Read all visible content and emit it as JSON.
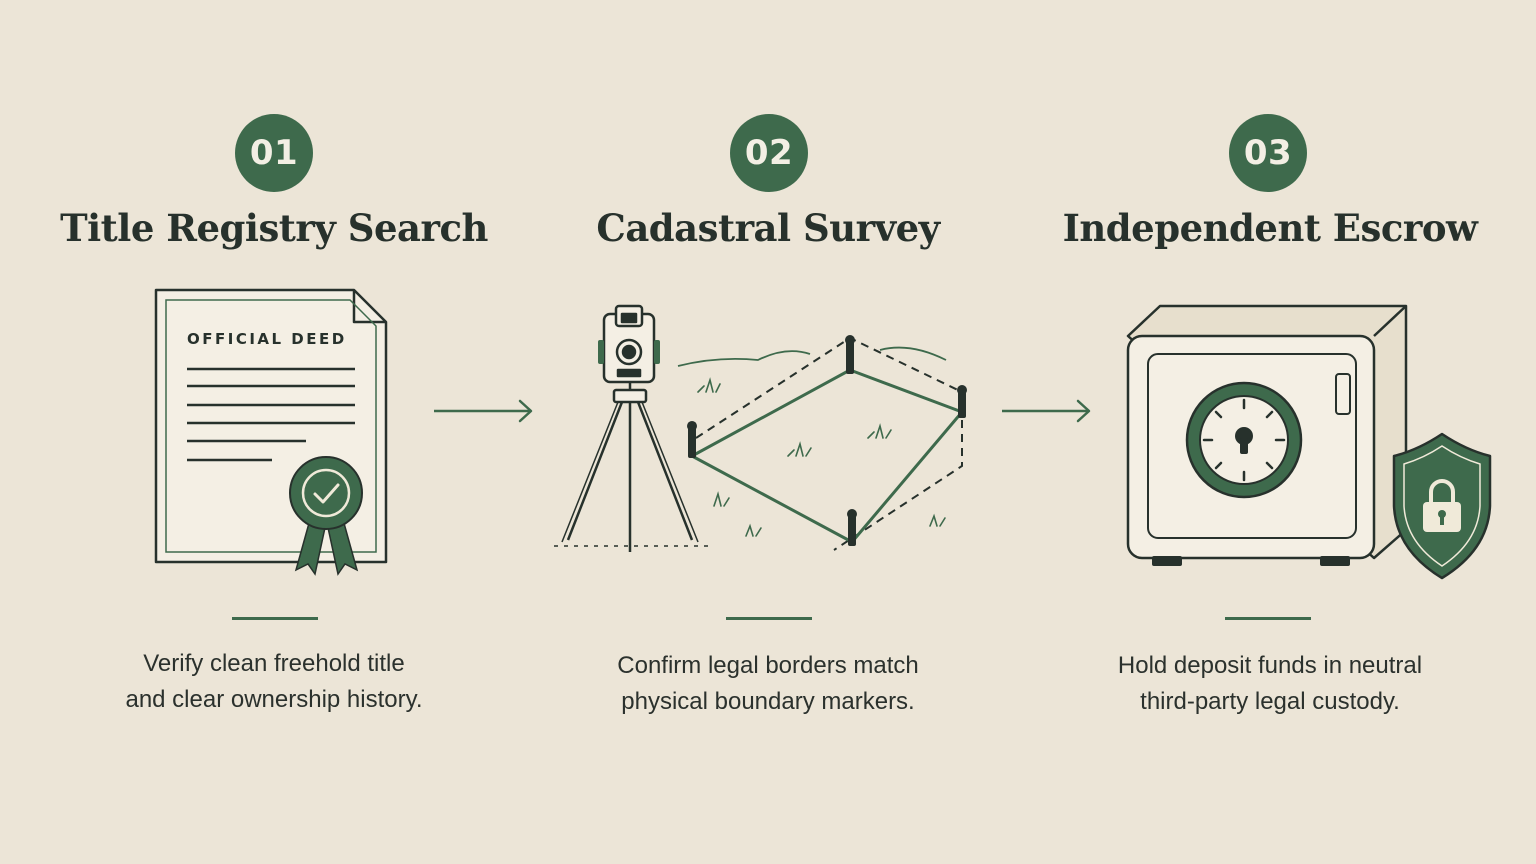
{
  "colors": {
    "background": "#ece5d7",
    "accent": "#3e6a4c",
    "ink": "#27312c"
  },
  "steps": [
    {
      "number": "01",
      "title": "Title Registry Search",
      "illustration": "document-seal-icon",
      "document_label": "OFFICIAL DEED",
      "description_line1": "Verify clean freehold title",
      "description_line2": "and clear ownership history."
    },
    {
      "number": "02",
      "title": "Cadastral Survey",
      "illustration": "survey-tripod-icon",
      "description_line1": "Confirm legal borders match",
      "description_line2": "physical boundary markers."
    },
    {
      "number": "03",
      "title": "Independent Escrow",
      "illustration": "safe-shield-icon",
      "description_line1": "Hold deposit funds in neutral",
      "description_line2": "third-party legal custody."
    }
  ]
}
